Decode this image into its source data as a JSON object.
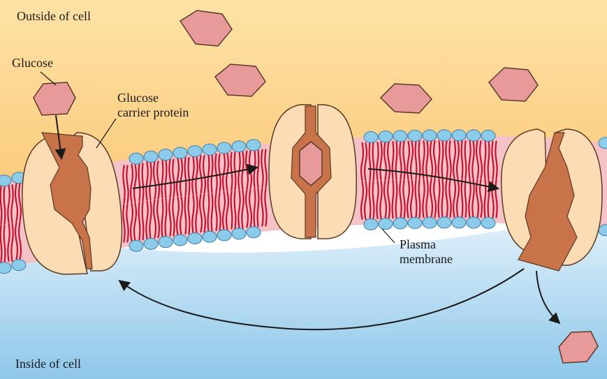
{
  "labels": {
    "outside": "Outside of cell",
    "inside": "Inside of cell",
    "glucose": "Glucose",
    "carrier_line1": "Glucose",
    "carrier_line2": "carrier protein",
    "membrane_line1": "Plasma",
    "membrane_line2": "membrane"
  },
  "colors": {
    "outside_top": "#fde2a6",
    "outside_bottom": "#fcc878",
    "inside_top": "#e6f3fb",
    "inside_bottom": "#8ec7ea",
    "bilayer_fill": "#f5c2c8",
    "lipid_head": "#8ccbea",
    "lipid_head_stroke": "#3a7fa8",
    "lipid_tail": "#c8102e",
    "protein_fill": "#fcdcb4",
    "protein_stroke": "#5a3a22",
    "channel_fill": "#c8734a",
    "glucose_fill": "#e89a9a",
    "glucose_stroke": "#5a3a2a",
    "arrow": "#1a1a1a"
  }
}
